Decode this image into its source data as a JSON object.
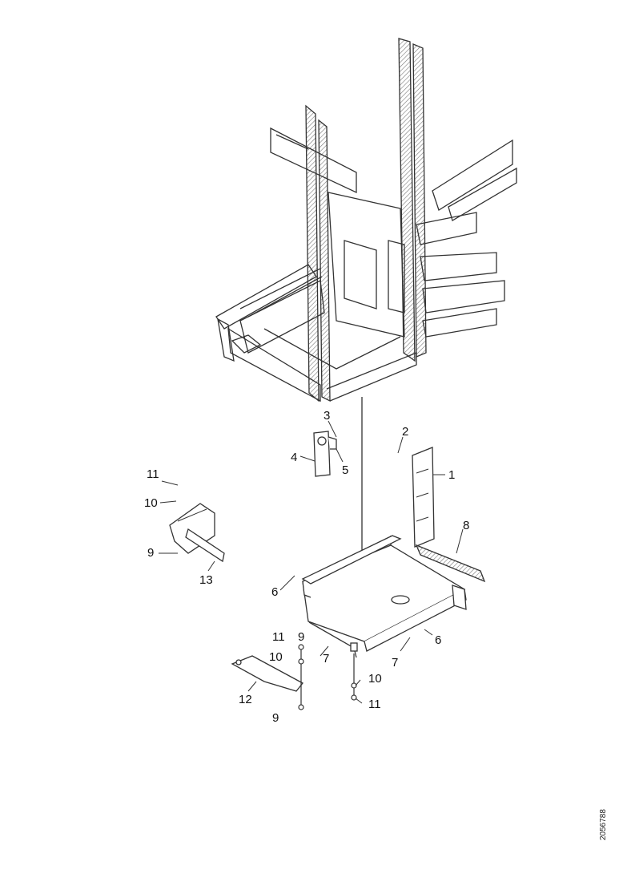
{
  "callouts": {
    "c1": "1",
    "c2": "2",
    "c3": "3",
    "c4": "4",
    "c5": "5",
    "c6a": "6",
    "c6b": "6",
    "c7a": "7",
    "c7b": "7",
    "c8": "8",
    "c9a": "9",
    "c9b": "9",
    "c9c": "9",
    "c10a": "10",
    "c10b": "10",
    "c10c": "10",
    "c11a": "11",
    "c11b": "11",
    "c11c": "11",
    "c12": "12",
    "c13": "13"
  },
  "drawing_code": "2056788",
  "colors": {
    "line": "#333333",
    "fill": "#ffffff",
    "hatch": "#6a6a6a"
  }
}
